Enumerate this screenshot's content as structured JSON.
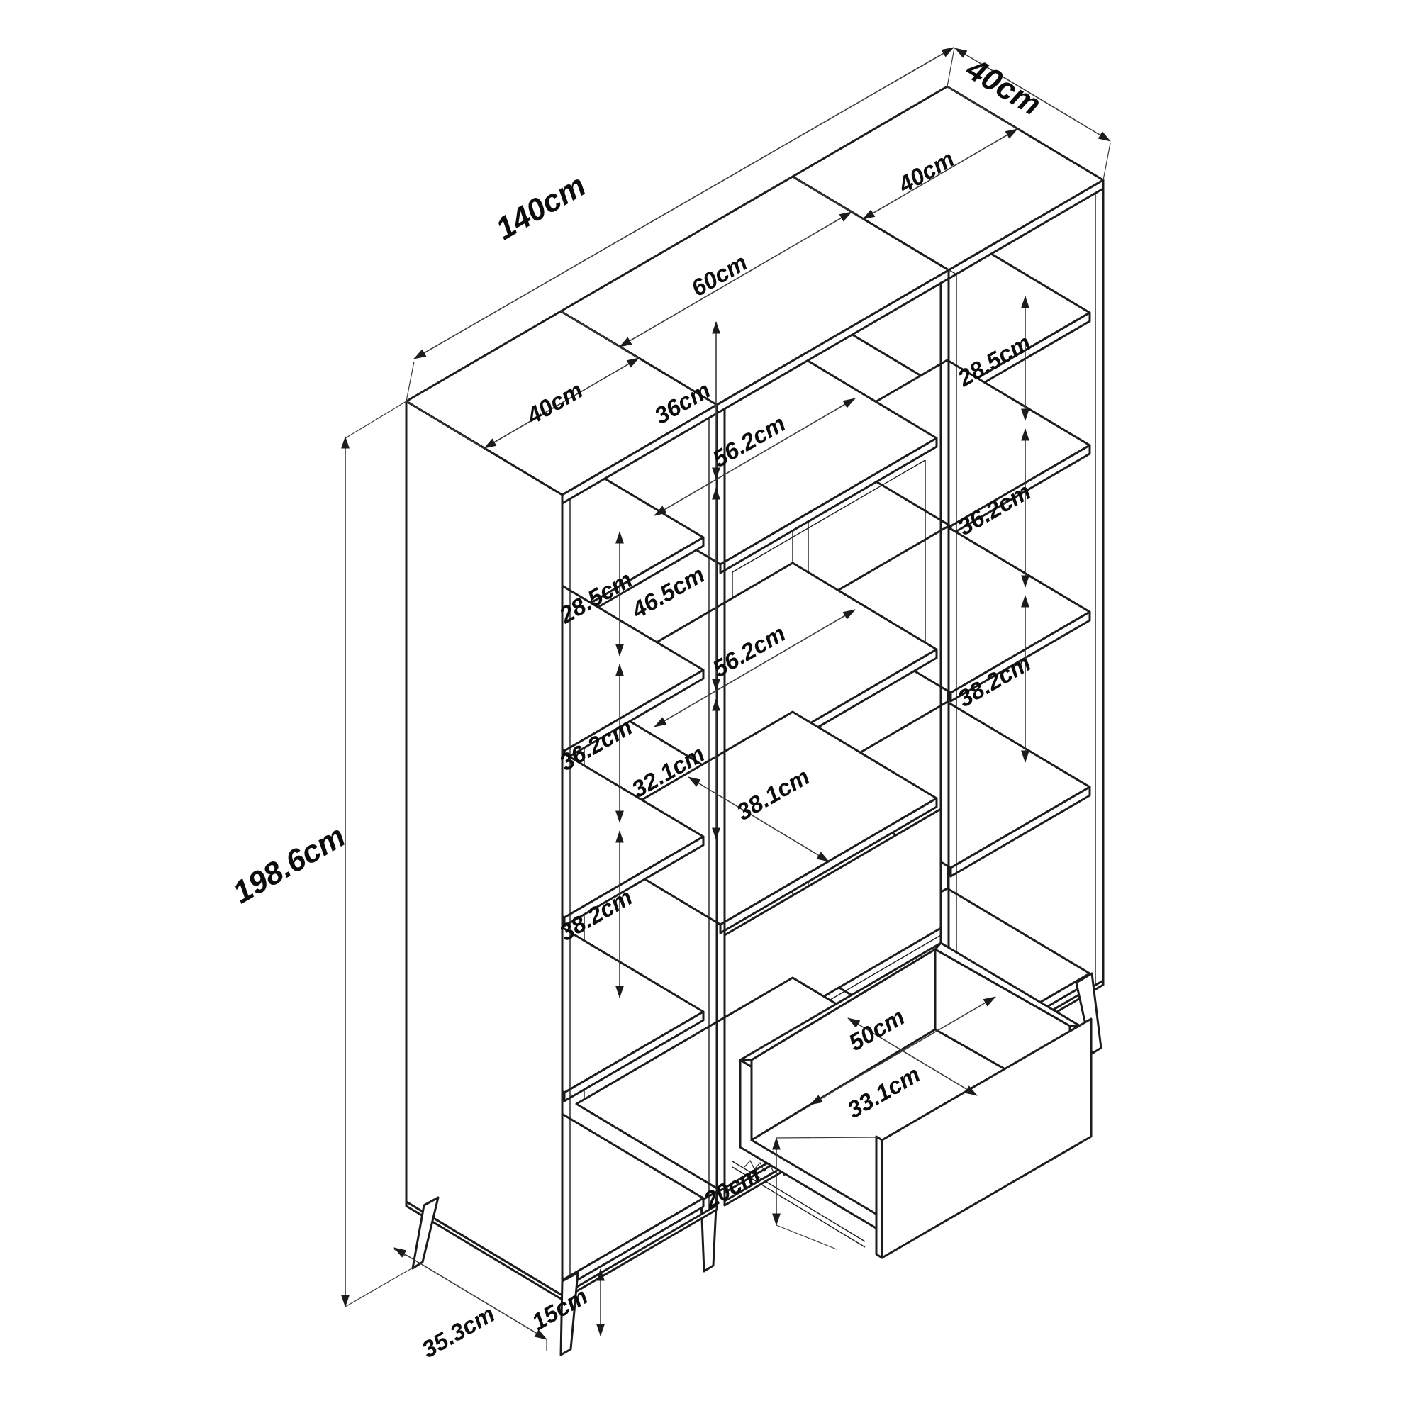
{
  "drawing": {
    "title": "shelving-unit-technical-drawing",
    "unit": "cm",
    "overall": {
      "width": "140cm",
      "depth": "40cm",
      "height": "198.6cm"
    },
    "top": {
      "left_section": "40cm",
      "middle_section": "60cm",
      "right_section": "40cm"
    },
    "left_column": {
      "gap1": "28.5cm",
      "gap2": "36.2cm",
      "gap3": "38.2cm"
    },
    "middle_column": {
      "compartment1_height": "36cm",
      "shelf1_width": "56.2cm",
      "niche_height": "46.5cm",
      "shelf2_width": "56.2cm",
      "compartment3_height": "32.1cm",
      "inner_depth": "38.1cm"
    },
    "right_column": {
      "gap1": "28.5cm",
      "gap2": "36.2cm",
      "gap3": "38.2cm"
    },
    "drawer": {
      "width": "50cm",
      "depth": "33.1cm",
      "height": "20cm"
    },
    "base": {
      "leg_height": "15cm",
      "base_depth": "35.3cm"
    }
  }
}
